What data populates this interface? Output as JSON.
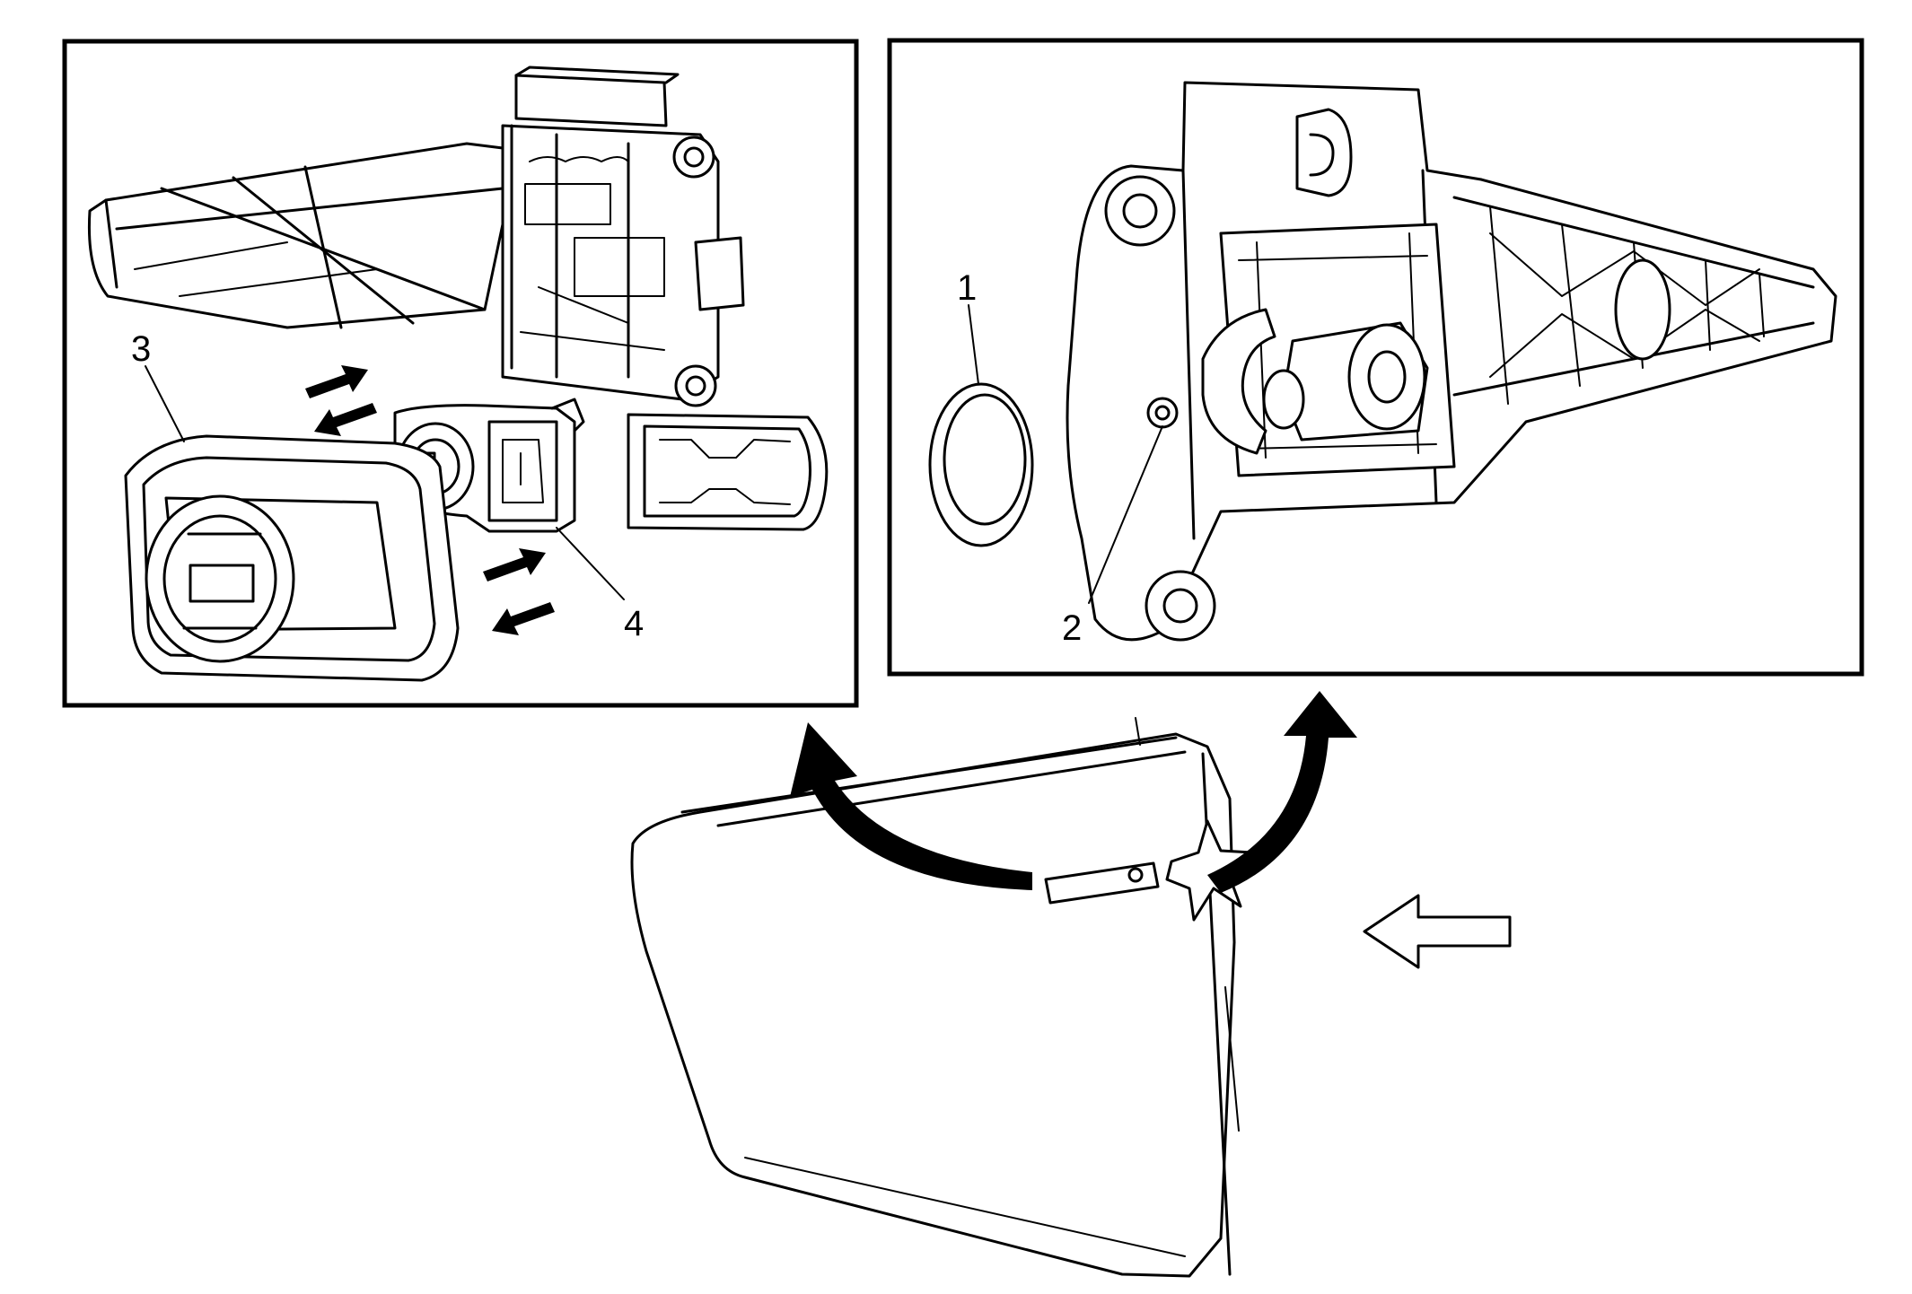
{
  "callouts": {
    "c1": "1",
    "c2": "2",
    "c3": "3",
    "c4": "4"
  },
  "colors": {
    "line": "#000000",
    "background": "#ffffff",
    "stipple": "#9a9a9a"
  }
}
